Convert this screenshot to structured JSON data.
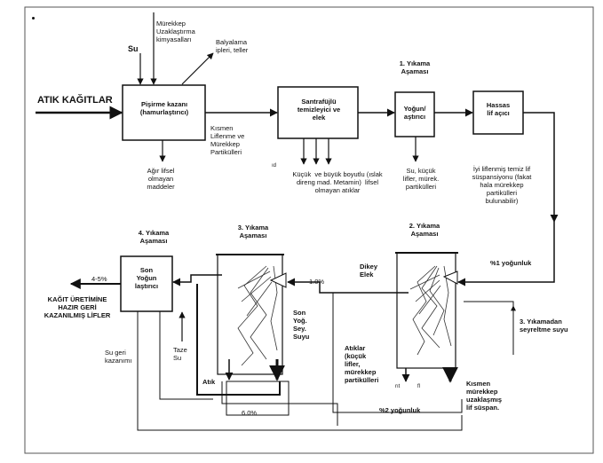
{
  "labels": {
    "input_waste_paper": "ATIK KAĞITLAR",
    "water": "Su",
    "ink_chemicals": "Mürekkep\nUzaklaştırma\nkimyasalları",
    "baling_wire": "Balyalama\nipleri, teller",
    "pulper": "Pişirme kazanı\n(hamurlaştırıcı)",
    "heavy_rejects": "Ağır lifsel\nolmayan\nmaddeler",
    "partial_fibers": "Kısmen\nLiflenme ve\nMürekkep\nPartikülleri",
    "centrifugal_cleaner": "Santrafüjlü\ntemizleyici ve\nelek",
    "small_large_rejects": "Küçük  ve büyük boyutlu (ıslak\ndireng mad. Metamin)  lifsel\nolmayan atıklar",
    "wash_stage_1": "1. Yıkama\nAşaması",
    "thickener_1": "Yoğun/\naştırıcı",
    "water_small_fibers": "Su, küçük\nlifler, mürek.\npartikülleri",
    "fine_fiber_opener": "Hassas\nlif açıcı",
    "fiber_suspension": "İyi liflenmiş temiz lif\nsüspansiyonu (fakat\nhala mürekkep\npartikülleri\nbulunabilir)",
    "consistency_1pct": "%1 yoğunluk",
    "wash_stage_2": "2. Yıkama\nAşaması",
    "vertical_screen": "Dikey\nElek",
    "dilution_water": "3. Yıkamadan\nseyreltme suyu",
    "partial_deinked": "Kısmen\nmürekkep\nuzaklaşmış\nlif süspan.",
    "consistency_2pct": "%2 yoğunluk",
    "rejects_ink": "Atıklar\n(küçük\nlifler,\nmürekkep\npartikülleri",
    "wash_stage_3": "3. Yıkama\nAşaması",
    "pct_10": "1.0%",
    "pct_60": "6.0%",
    "final_thick_water": "Son\nYoğ.\nSey.\nSuyu",
    "waste": "Atık",
    "wash_stage_4": "4. Yıkama\nAşaması",
    "final_thickener": "Son\nYoğun\nlaştırıcı",
    "pct_4_5": "4-5%",
    "recovered_fibers": "KAĞIT ÜRETİMİNE\nHAZIR GERİ\nKAZANILMIŞ LİFLER",
    "water_recovery": "Su geri\nkazanımı",
    "fresh_water": "Taze\nSu",
    "small_mark_l": "ıd",
    "small_mark_r": "rıt",
    "small_mark_b": "fl"
  }
}
